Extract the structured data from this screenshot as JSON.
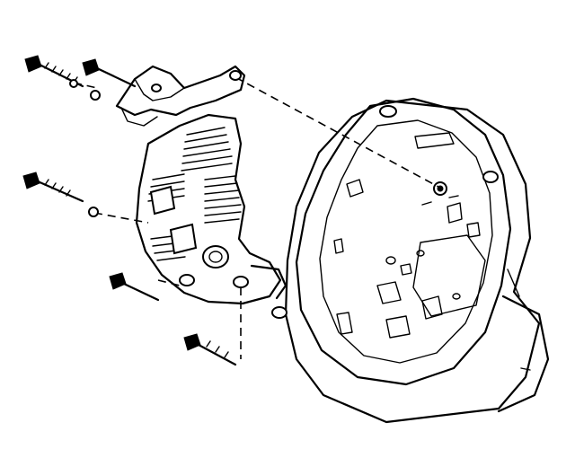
{
  "diagram": {
    "type": "exploded-assembly-line-drawing",
    "parts": [
      {
        "name": "alternator-slip-ring-end-frame"
      },
      {
        "name": "rectifier-bridge-heatsink"
      },
      {
        "name": "terminal-bracket"
      },
      {
        "name": "mounting-screw",
        "count": 5
      },
      {
        "name": "washer",
        "count": 3
      }
    ],
    "colors": {
      "ink": "#000000",
      "background": "#ffffff"
    }
  }
}
